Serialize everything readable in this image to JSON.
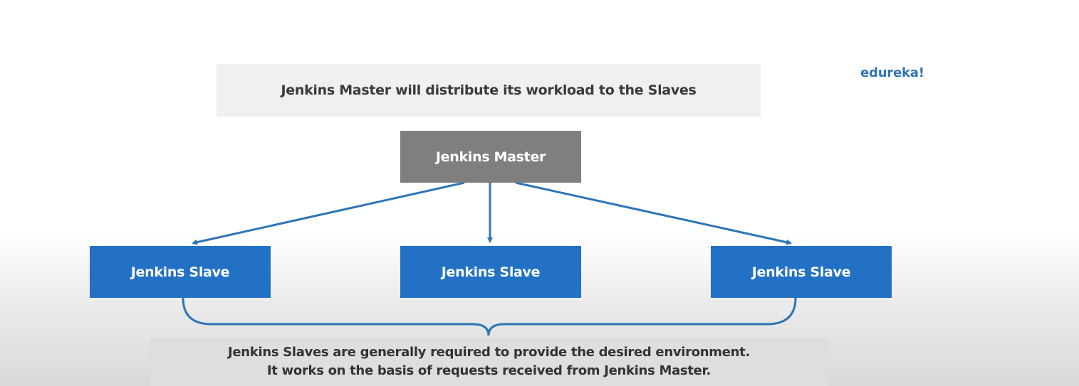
{
  "header": {
    "statement": "Jenkins Master will distribute its workload to the Slaves"
  },
  "brand": {
    "logo_text": "edureka!"
  },
  "diagram": {
    "master_label": "Jenkins Master",
    "slaves": [
      {
        "label": "Jenkins Slave"
      },
      {
        "label": "Jenkins Slave"
      },
      {
        "label": "Jenkins Slave"
      }
    ]
  },
  "footer": {
    "line1": "Jenkins Slaves are generally required to provide the desired environment.",
    "line2": "It works on the basis of requests received from Jenkins Master."
  },
  "colors": {
    "master_fill": "#7f7f7f",
    "slave_fill": "#2271c4",
    "connector": "#2e75b6",
    "brand": "#2f74b5"
  }
}
